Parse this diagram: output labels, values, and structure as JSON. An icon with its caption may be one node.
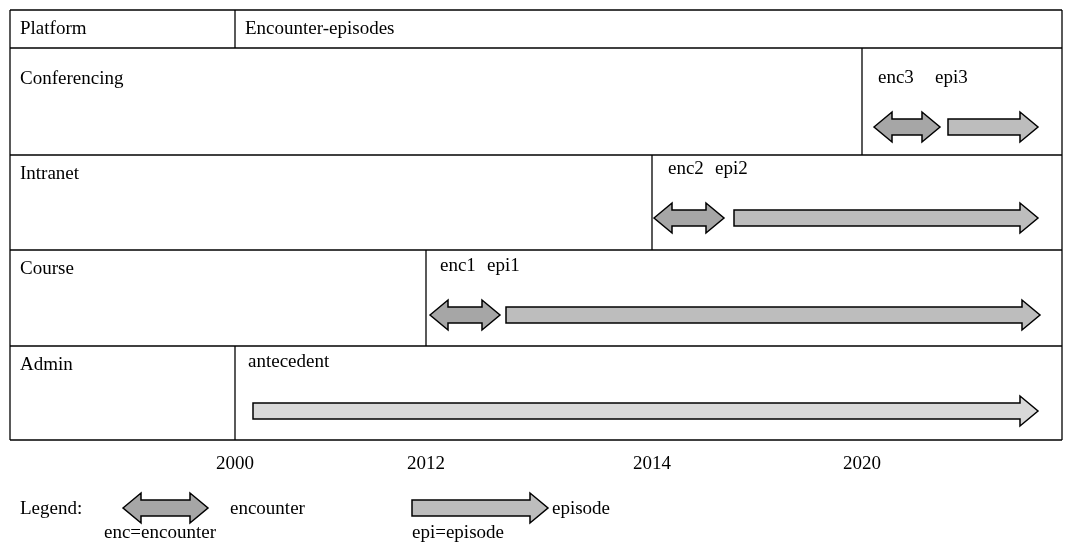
{
  "diagram": {
    "nodes": [
      {
        "text": [],
        "shape": "doublearrow",
        "beside": [
          "enc3"
        ]
      },
      {
        "text": [],
        "shape": "arrow",
        "beside": [
          "epi3"
        ]
      },
      {
        "text": [],
        "shape": "doublearrow",
        "beside": [
          "enc2"
        ]
      },
      {
        "text": [],
        "shape": "arrow",
        "beside": [
          "epi2"
        ]
      },
      {
        "text": [],
        "shape": "doublearrow",
        "beside": [
          "enc1"
        ]
      },
      {
        "text": [],
        "shape": "arrow",
        "beside": [
          "epi1"
        ]
      },
      {
        "text": [],
        "shape": "arrow",
        "beside": [
          "antecedent"
        ]
      }
    ],
    "labels": [
      "Platform",
      "Encounter-episodes",
      "Conferencing",
      "Intranet",
      "Course",
      "Admin",
      "2000",
      "2012",
      "2014",
      "2020",
      "Legend:",
      "enc=encounter",
      "epi=episode"
    ],
    "legend": [
      {
        "text": "encounter"
      },
      {
        "text": "episode"
      }
    ]
  }
}
